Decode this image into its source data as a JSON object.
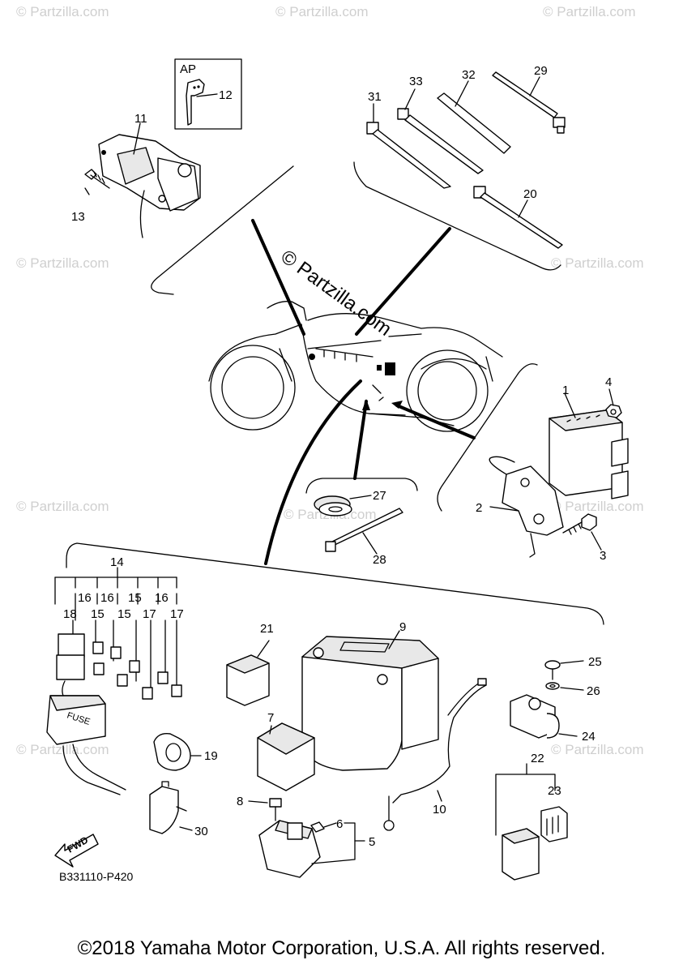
{
  "diagram": {
    "box_label": "AP",
    "catalog_code": "B331110-P420",
    "direction_arrow": "FWD",
    "fuse_label": "FUSE",
    "watermark_main": "© Partzilla.com",
    "watermark_small": "© Partzilla.com",
    "callouts": [
      "1",
      "2",
      "3",
      "4",
      "5",
      "6",
      "7",
      "8",
      "9",
      "10",
      "11",
      "12",
      "13",
      "14",
      "15",
      "15",
      "15",
      "16",
      "16",
      "16",
      "17",
      "17",
      "18",
      "19",
      "20",
      "21",
      "22",
      "23",
      "24",
      "25",
      "26",
      "27",
      "28",
      "29",
      "30",
      "31",
      "32",
      "33"
    ],
    "copyright": "©2018 Yamaha Motor Corporation, U.S.A. All rights reserved."
  }
}
